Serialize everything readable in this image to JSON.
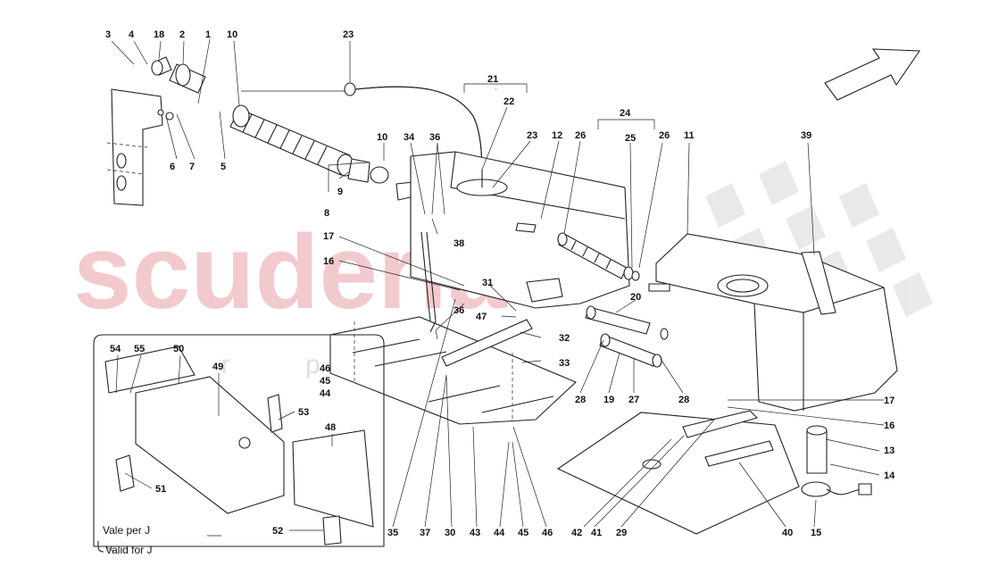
{
  "watermark": {
    "brand": "scuderia",
    "sub": "car parts"
  },
  "inset_note": {
    "line1": "Vale per J",
    "line2": "Valid for J"
  },
  "callouts": [
    {
      "id": "c1",
      "label": "3"
    },
    {
      "id": "c2",
      "label": "4"
    },
    {
      "id": "c3",
      "label": "18"
    },
    {
      "id": "c4",
      "label": "2"
    },
    {
      "id": "c5",
      "label": "1"
    },
    {
      "id": "c6",
      "label": "10"
    },
    {
      "id": "c7",
      "label": "23"
    },
    {
      "id": "c8",
      "label": "6"
    },
    {
      "id": "c9",
      "label": "7"
    },
    {
      "id": "c10",
      "label": "5"
    },
    {
      "id": "c11",
      "label": "9"
    },
    {
      "id": "c12",
      "label": "8"
    },
    {
      "id": "c13",
      "label": "21"
    },
    {
      "id": "c14",
      "label": "22"
    },
    {
      "id": "c15",
      "label": "10"
    },
    {
      "id": "c16",
      "label": "34"
    },
    {
      "id": "c17",
      "label": "36"
    },
    {
      "id": "c18",
      "label": "23"
    },
    {
      "id": "c19",
      "label": "12"
    },
    {
      "id": "c20",
      "label": "26"
    },
    {
      "id": "c21",
      "label": "24"
    },
    {
      "id": "c22",
      "label": "25"
    },
    {
      "id": "c23",
      "label": "26"
    },
    {
      "id": "c24",
      "label": "11"
    },
    {
      "id": "c25",
      "label": "39"
    },
    {
      "id": "c26",
      "label": "38"
    },
    {
      "id": "c27",
      "label": "17"
    },
    {
      "id": "c28",
      "label": "16"
    },
    {
      "id": "c29",
      "label": "31"
    },
    {
      "id": "c30",
      "label": "20"
    },
    {
      "id": "c31",
      "label": "36"
    },
    {
      "id": "c32",
      "label": "47"
    },
    {
      "id": "c33",
      "label": "32"
    },
    {
      "id": "c34",
      "label": "33"
    },
    {
      "id": "c35",
      "label": "46"
    },
    {
      "id": "c36",
      "label": "45"
    },
    {
      "id": "c37",
      "label": "44"
    },
    {
      "id": "c38",
      "label": "28"
    },
    {
      "id": "c39",
      "label": "19"
    },
    {
      "id": "c40",
      "label": "27"
    },
    {
      "id": "c41",
      "label": "28"
    },
    {
      "id": "c42",
      "label": "17"
    },
    {
      "id": "c43",
      "label": "16"
    },
    {
      "id": "c44",
      "label": "13"
    },
    {
      "id": "c45",
      "label": "14"
    },
    {
      "id": "c46",
      "label": "54"
    },
    {
      "id": "c47",
      "label": "55"
    },
    {
      "id": "c48",
      "label": "50"
    },
    {
      "id": "c49",
      "label": "49"
    },
    {
      "id": "c50",
      "label": "53"
    },
    {
      "id": "c51",
      "label": "48"
    },
    {
      "id": "c52",
      "label": "51"
    },
    {
      "id": "c53",
      "label": "52"
    },
    {
      "id": "c54",
      "label": "35"
    },
    {
      "id": "c55",
      "label": "37"
    },
    {
      "id": "c56",
      "label": "30"
    },
    {
      "id": "c57",
      "label": "43"
    },
    {
      "id": "c58",
      "label": "44"
    },
    {
      "id": "c59",
      "label": "45"
    },
    {
      "id": "c60",
      "label": "46"
    },
    {
      "id": "c61",
      "label": "42"
    },
    {
      "id": "c62",
      "label": "41"
    },
    {
      "id": "c63",
      "label": "29"
    },
    {
      "id": "c64",
      "label": "40"
    },
    {
      "id": "c65",
      "label": "15"
    }
  ]
}
